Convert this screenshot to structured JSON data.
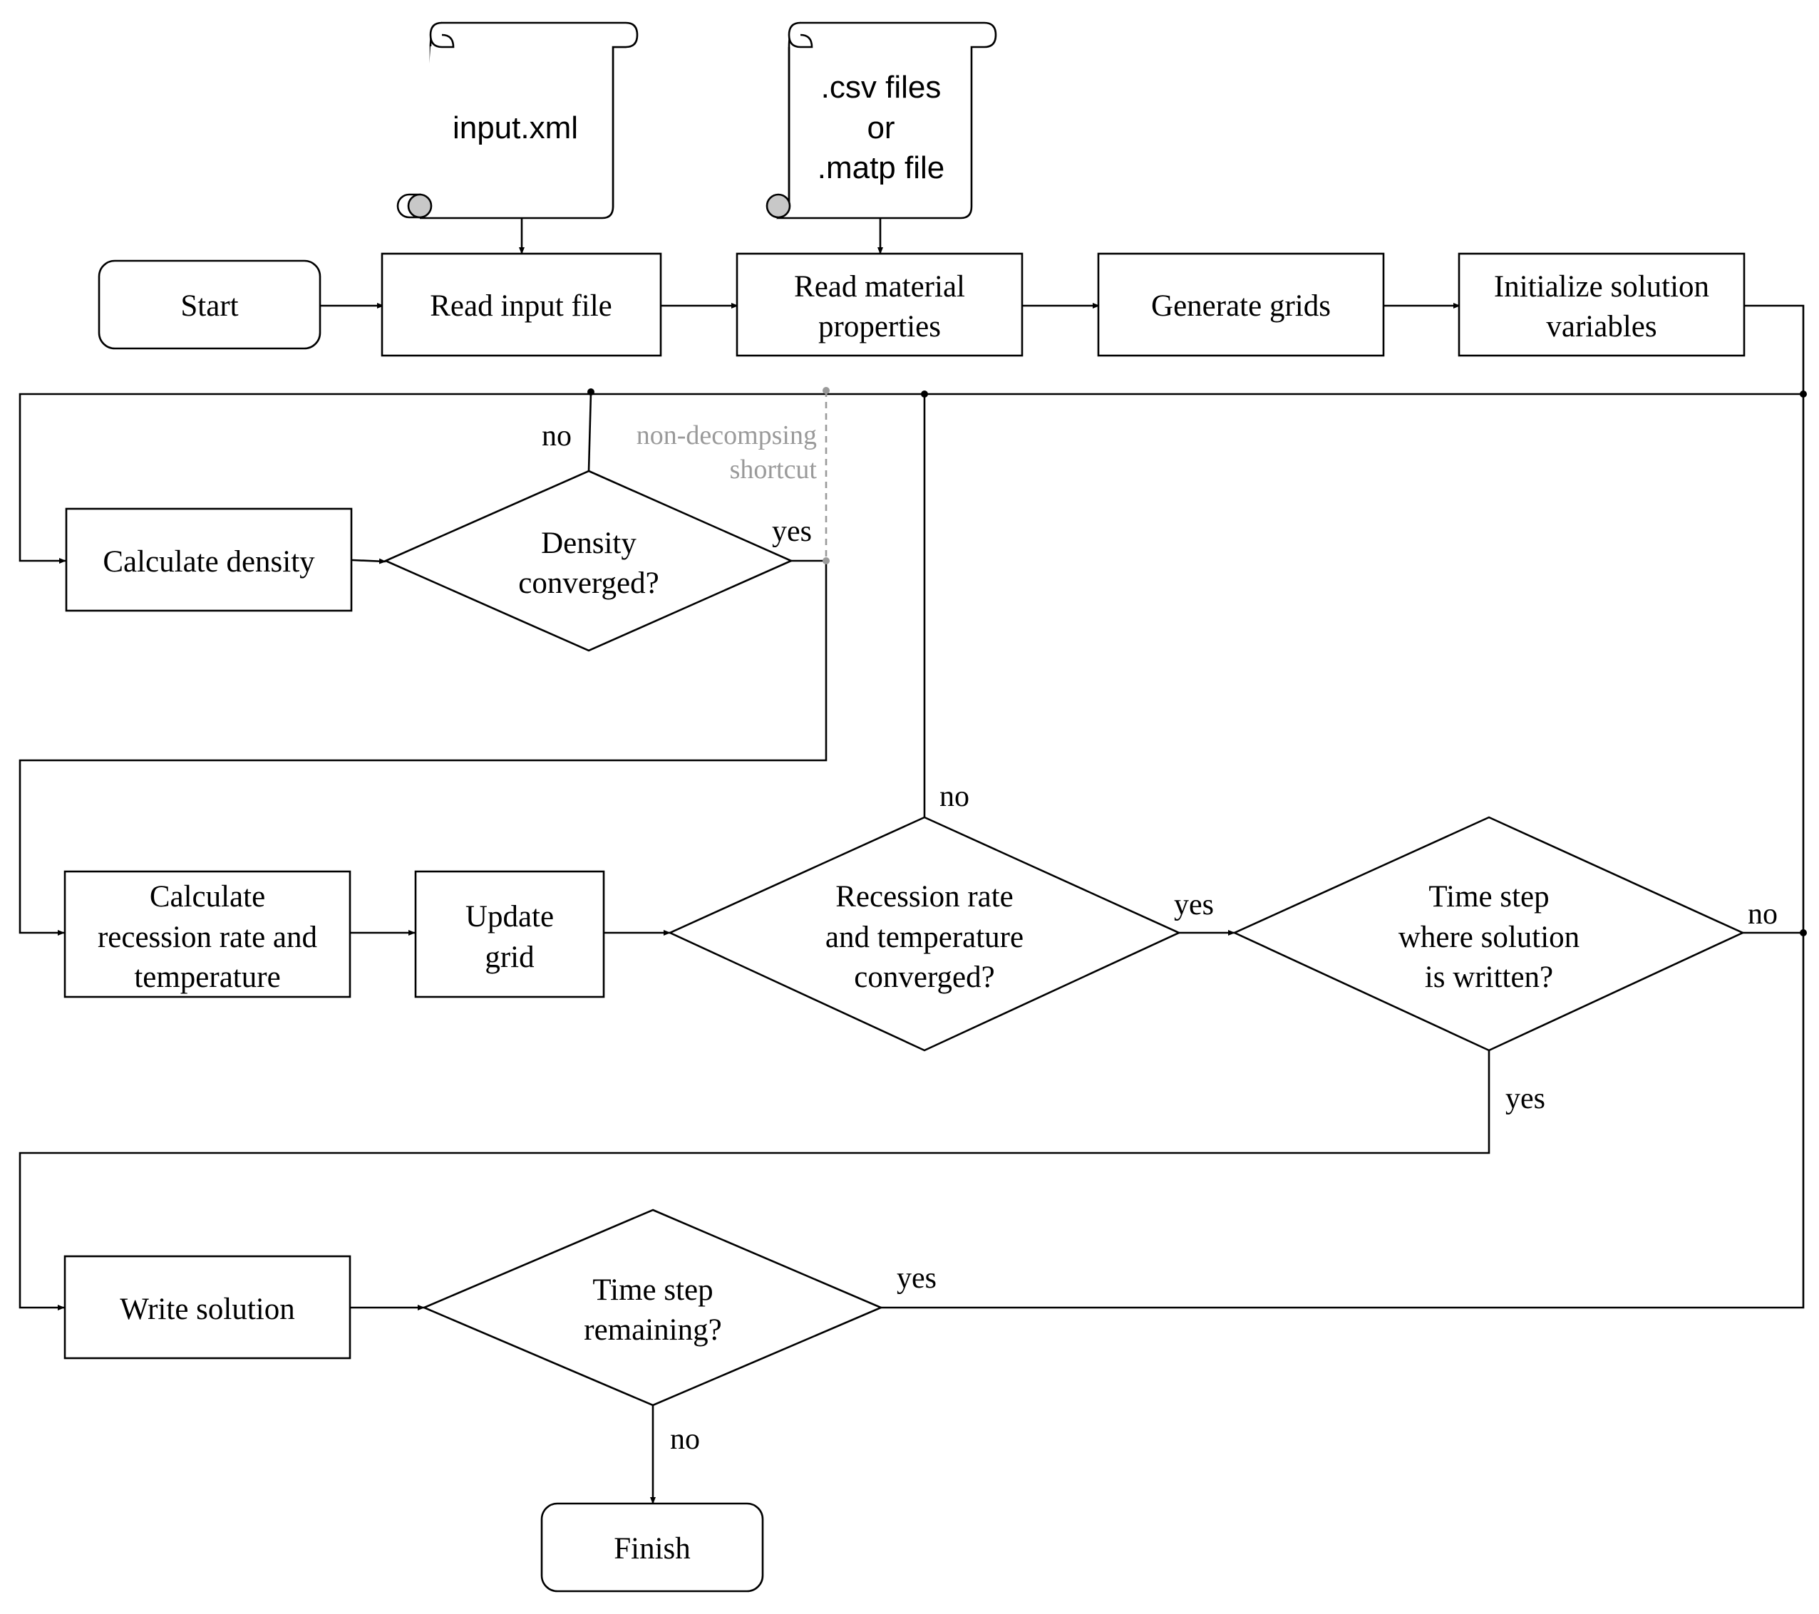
{
  "nodes": {
    "start": "Start",
    "read_input": "Read input file",
    "read_material": [
      "Read material",
      "properties"
    ],
    "generate_grids": "Generate grids",
    "init_solution": [
      "Initialize solution",
      "variables"
    ],
    "calc_density": "Calculate density",
    "density_converged": [
      "Density",
      "converged?"
    ],
    "calc_recession": [
      "Calculate",
      "recession rate and",
      "temperature"
    ],
    "update_grid": [
      "Update",
      "grid"
    ],
    "recession_converged": [
      "Recession rate",
      "and temperature",
      "converged?"
    ],
    "time_step_written": [
      "Time step",
      "where solution",
      "is written?"
    ],
    "write_solution": "Write solution",
    "time_step_remaining": [
      "Time step",
      "remaining?"
    ],
    "finish": "Finish"
  },
  "documents": {
    "input_xml": [
      "input.xml"
    ],
    "material_files": [
      ".csv files",
      "or",
      ".matp file"
    ]
  },
  "edge_labels": {
    "density_no": "no",
    "density_yes": "yes",
    "recession_no": "no",
    "recession_yes": "yes",
    "written_no": "no",
    "written_yes": "yes",
    "remaining_yes": "yes",
    "remaining_no": "no"
  },
  "annotation": [
    "non-decompsing",
    "shortcut"
  ],
  "colors": {
    "line": "#000000",
    "shortcut": "#9a9a9a",
    "scroll_fill": "#c8c8c8"
  }
}
